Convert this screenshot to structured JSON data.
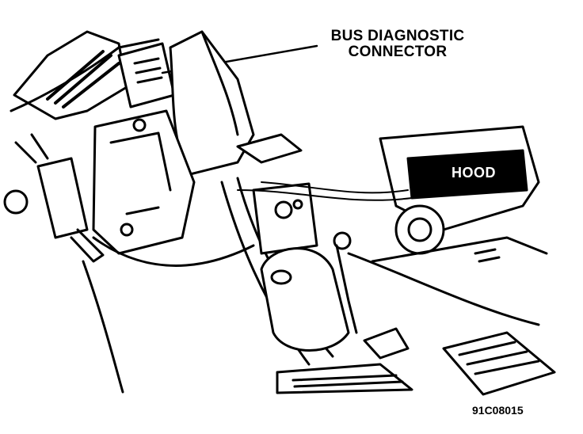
{
  "callouts": {
    "bus_line1": "BUS DIAGNOSTIC",
    "bus_line2": "CONNECTOR",
    "hood": "HOOD"
  },
  "figure_id": "91C08015",
  "colors": {
    "ink": "#000000",
    "paper": "#ffffff"
  }
}
